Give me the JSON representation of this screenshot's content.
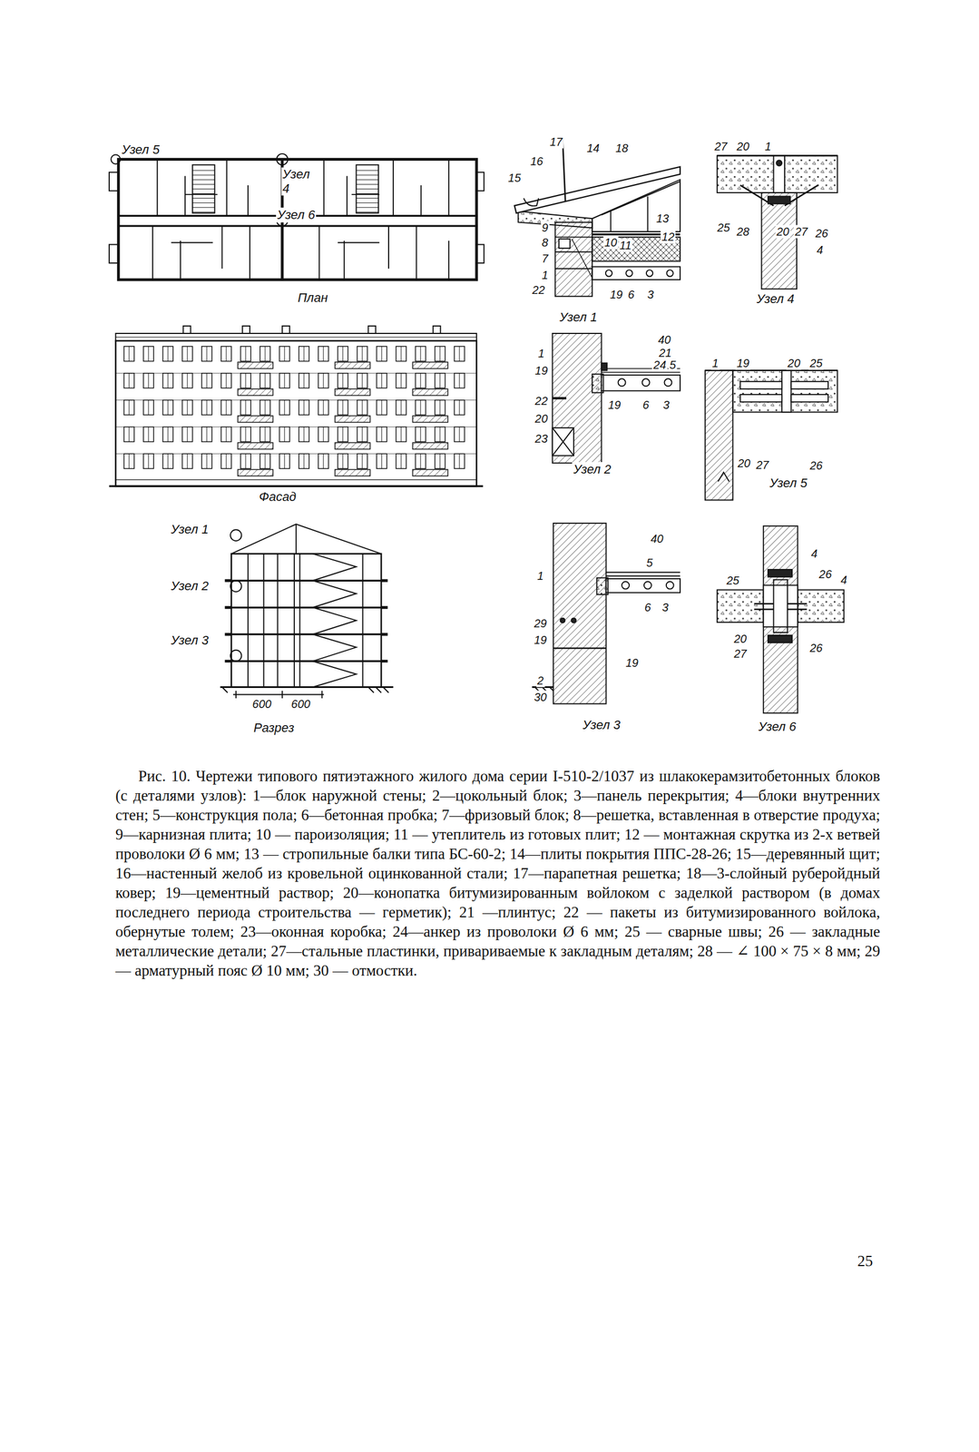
{
  "diagram": {
    "caption": "Рис. 10. Чертежи типового пятиэтажного жилого дома серии I-510-2/1037 из шлакокерамзитобетонных блоков (с деталями узлов): 1—блок наружной стены; 2—цокольный блок; 3—панель перекрытия; 4—блоки внутренних стен; 5—конструкция пола; 6—бетонная пробка; 7—фризовый блок; 8—решетка, вставленная в отверстие продуха; 9—карнизная плита; 10 — пароизоляция; 11 — утеплитель из готовых плит; 12 — монтажная скрутка из 2-х ветвей проволоки Ø 6 мм; 13 — стропильные балки типа БС-60-2; 14—плиты покрытия ППС-28-26; 15—деревянный щит; 16—настенный желоб из кровельной оцинкованной стали; 17—парапетная решетка; 18—3-слойный руберойдный ковер; 19—цементный раствор; 20—конопатка битумизированным войлоком с заделкой раствором (в домах последнего периода строительства — герметик); 21 —плинтус; 22 — пакеты из битумизированного войлока, обернутые толем; 23—оконная коробка; 24—анкер из проволоки Ø 6 мм; 25 — сварные швы; 26 — закладные металлические детали; 27—стальные пластинки, привариваемые к закладным деталям; 28 — ∠ 100 × 75 × 8 мм; 29 — арматурный пояс Ø 10 мм; 30 — отмостки.",
    "labels": [
      "Узел 5",
      "Узел 4",
      "Узел 6",
      "План",
      "Фасад",
      "Узел 1",
      "Узел 2",
      "Узел 3",
      "600",
      "600",
      "Разрез",
      "17",
      "14",
      "18",
      "16",
      "15",
      "13",
      "9",
      "10",
      "11",
      "12",
      "8",
      "7",
      "1",
      "22",
      "19",
      "6",
      "3",
      "Узел 1",
      "27",
      "20",
      "1",
      "25",
      "28",
      "20",
      "27",
      "26",
      "4",
      "Узел 4",
      "40",
      "21",
      "24",
      "5",
      "1",
      "19",
      "22",
      "20",
      "23",
      "19",
      "6",
      "3",
      "Узел 2",
      "1",
      "19",
      "20",
      "25",
      "20",
      "27",
      "26",
      "Узел 5",
      "40",
      "1",
      "5",
      "29",
      "19",
      "6",
      "3",
      "19",
      "2",
      "30",
      "Узел 3",
      "4",
      "26",
      "4",
      "25",
      "20",
      "27",
      "26",
      "Узел 6",
      "25"
    ]
  }
}
